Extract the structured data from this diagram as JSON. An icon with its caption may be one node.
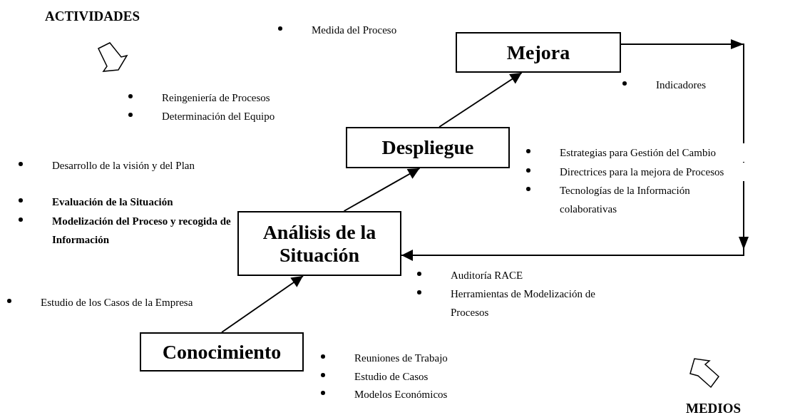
{
  "diagram": {
    "nodes": [
      {
        "text": [
          "Mejora"
        ]
      },
      {
        "text": [
          "Despliegue"
        ]
      },
      {
        "text": [
          "Análisis de la Situación"
        ]
      },
      {
        "text": [
          "Conocimiento"
        ]
      }
    ],
    "edges": [
      {
        "from": 3,
        "to": 2,
        "arrow": "to"
      },
      {
        "from": 2,
        "to": 1,
        "arrow": "to"
      },
      {
        "from": 1,
        "to": 0,
        "arrow": "to"
      },
      {
        "from": 0,
        "to": 2,
        "arrow": "to"
      }
    ],
    "labels": [
      "ACTIVIDADES",
      "Medida del Proceso",
      "Reingeniería de Procesos",
      "Determinación del Equipo",
      "Indicadores",
      "Desarrollo de la visión y del Plan",
      "Estrategias para Gestión del Cambio",
      "Directrices para la mejora de Procesos",
      "Tecnologías de la Información colaborativas",
      "Evaluación de la Situación",
      "Modelización del Proceso y recogida de Información",
      "Auditoría RACE",
      "Herramientas de Modelización de Procesos",
      "Estudio de los Casos de la Empresa",
      "Reuniones de Trabajo",
      "Estudio de Casos",
      "Modelos Económicos",
      "MEDIOS"
    ]
  }
}
